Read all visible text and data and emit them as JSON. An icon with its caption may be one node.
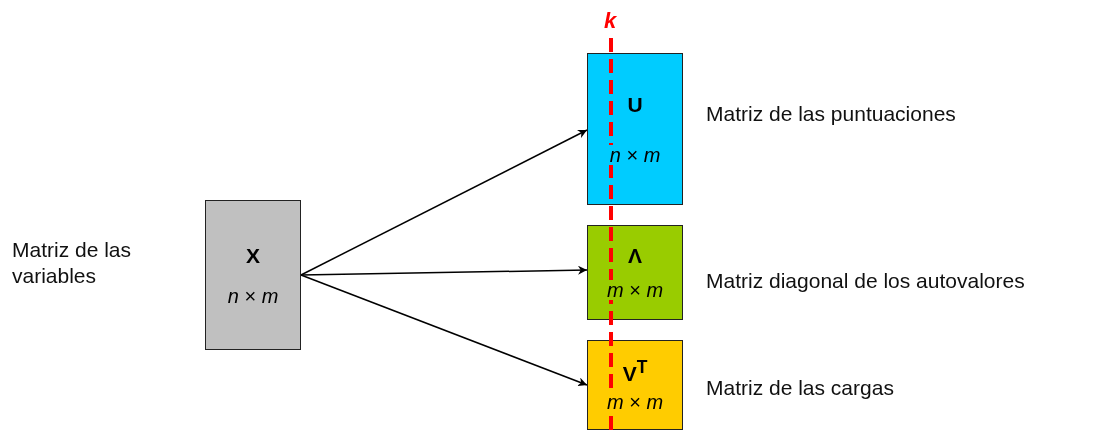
{
  "diagram": {
    "nodes": [
      {
        "text": [
          "X",
          "*n* × *m*"
        ],
        "beside": [
          "Matriz de las variables"
        ]
      },
      {
        "text": [
          "U",
          "*n* × *m*"
        ],
        "beside": [
          "Matriz de las puntuaciones"
        ]
      },
      {
        "text": [
          "Λ",
          "*m* × *m*"
        ],
        "beside": [
          "Matriz diagonal de los autovalores"
        ]
      },
      {
        "text": [
          "V$^{T}$",
          "*m* × *m*"
        ],
        "beside": [
          "Matriz de las cargas"
        ]
      }
    ],
    "edges": [
      {
        "from": 0,
        "to": 1,
        "arrow": "to"
      },
      {
        "from": 0,
        "to": 2,
        "arrow": "to"
      },
      {
        "from": 0,
        "to": 3,
        "arrow": "to"
      }
    ],
    "labels": [
      "k"
    ]
  }
}
